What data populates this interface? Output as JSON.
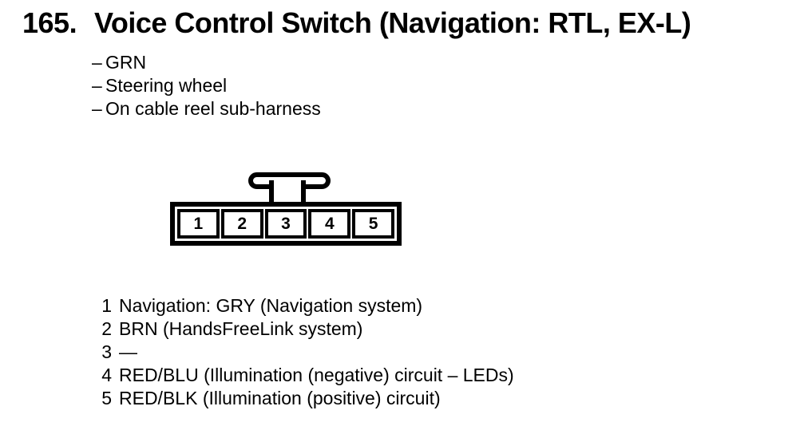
{
  "header": {
    "number": "165.",
    "title": "Voice Control Switch (Navigation: RTL, EX-L)"
  },
  "notes": {
    "dash": "–",
    "items": [
      "GRN",
      "Steering wheel",
      "On cable reel sub-harness"
    ]
  },
  "connector": {
    "type": "5-pin connector, front view with top latch",
    "pins": [
      "1",
      "2",
      "3",
      "4",
      "5"
    ]
  },
  "pin_legend": [
    {
      "pin": "1",
      "description": "Navigation: GRY (Navigation system)"
    },
    {
      "pin": "2",
      "description": "BRN (HandsFreeLink system)"
    },
    {
      "pin": "3",
      "description": "—"
    },
    {
      "pin": "4",
      "description": "RED/BLU (Illumination (negative) circuit – LEDs)"
    },
    {
      "pin": "5",
      "description": "RED/BLK (Illumination (positive) circuit)"
    }
  ],
  "colors": {
    "ink": "#000000",
    "paper": "#ffffff"
  }
}
